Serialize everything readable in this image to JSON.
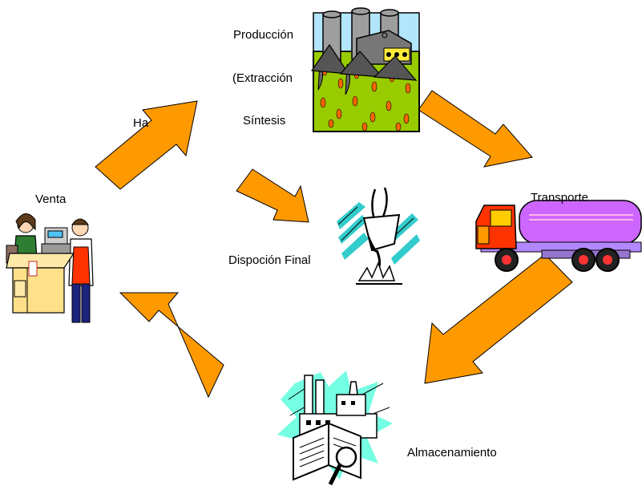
{
  "labels": {
    "produccion": "Producción",
    "extraccion": "(Extracción",
    "sintesis": "Síntesis",
    "hidden_fragment": "Ha",
    "venta": "Venta",
    "transporte": "Transporte",
    "disposicion": "Dispoción Final",
    "almacenamiento": "Almacenamiento"
  },
  "colors": {
    "arrow_fill": "#FF9900",
    "arrow_stroke": "#000000",
    "truck_tank": "#CC66FF",
    "truck_cab": "#FF3300",
    "factory_fill": "#99CC00",
    "counter": "#FFE08A",
    "splash": "#33CCCC"
  },
  "icons": [
    "factory-icon",
    "tanker-truck-icon",
    "warehouse-document-icon",
    "shop-counter-icon",
    "waste-disposal-icon"
  ]
}
